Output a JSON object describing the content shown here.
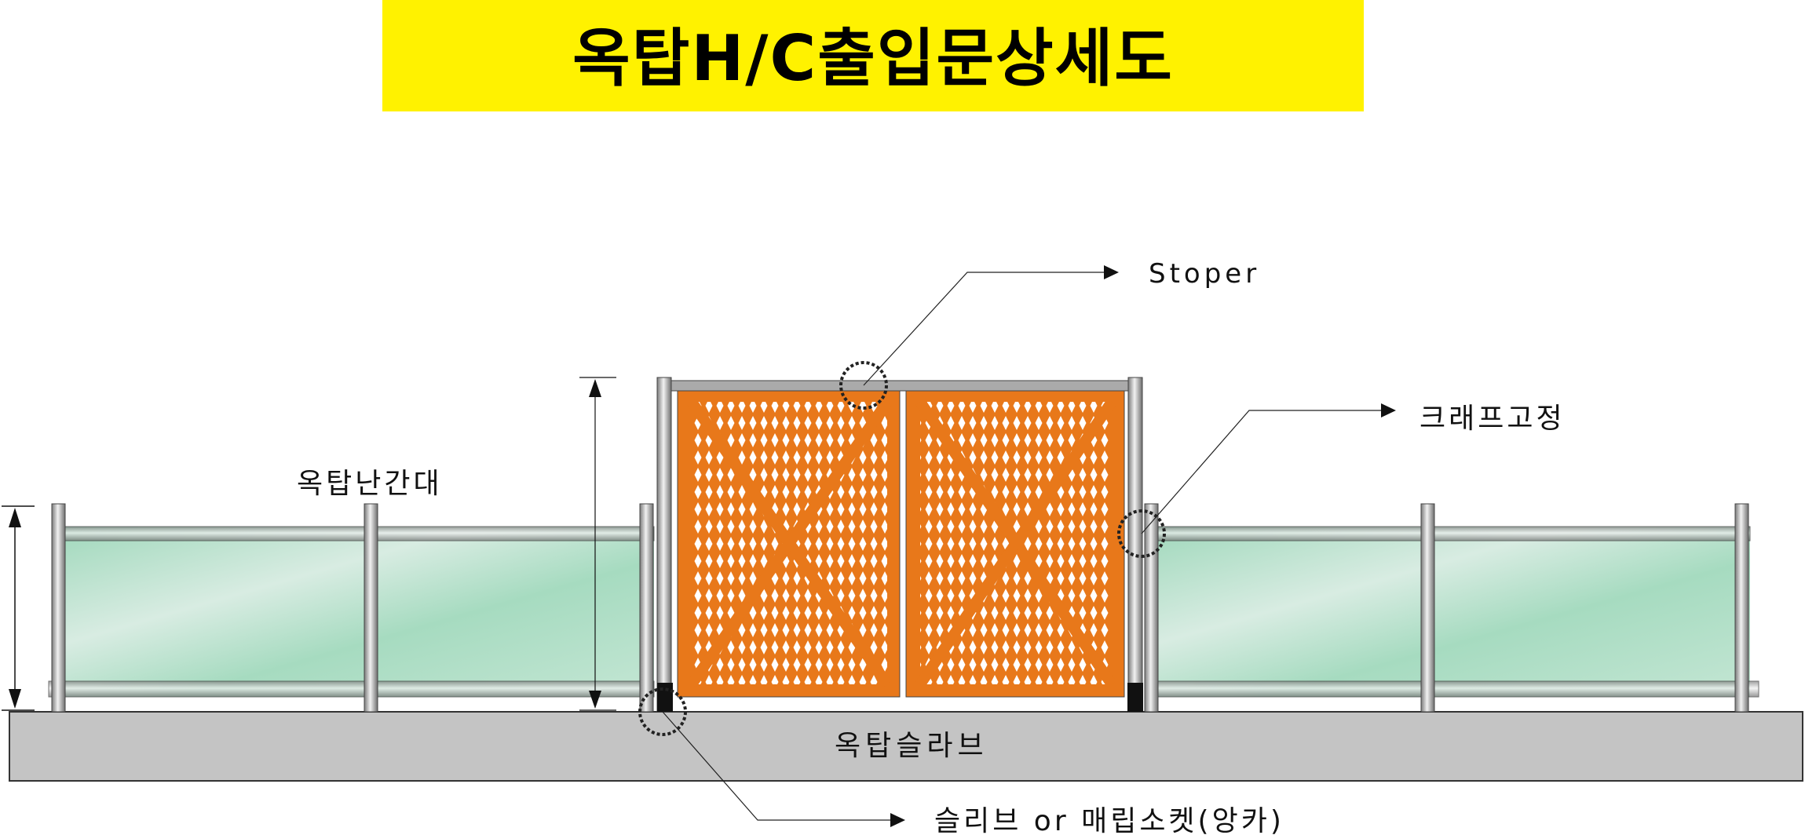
{
  "title": "옥탑H/C출입문상세도",
  "labels": {
    "railing": "옥탑난간대",
    "stopper": "Stoper",
    "clamp": "크래프고정",
    "slab": "옥탑슬라브",
    "sleeve": "슬리브 or 매립소켓(앙카)"
  },
  "colors": {
    "title_bg": "#FFF200",
    "gate": "#E8781A",
    "screen": "#A9DCC3",
    "slab": "#C4C4C4",
    "post": "#B5B5B5"
  }
}
